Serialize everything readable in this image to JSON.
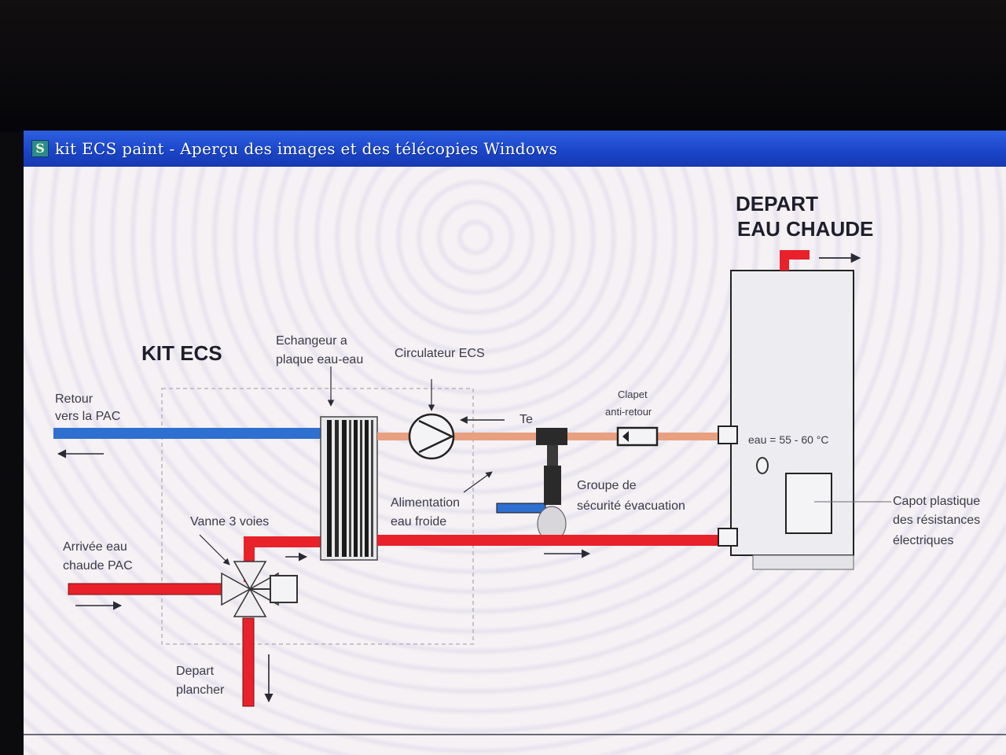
{
  "window": {
    "title": "kit ECS paint - Aperçu des images et des télécopies Windows",
    "app_icon_glyph": "S"
  },
  "diagram": {
    "kit_title": "KIT ECS",
    "tank_title_line1": "DEPART",
    "tank_title_line2": "EAU CHAUDE",
    "retour_line1": "Retour",
    "retour_line2": "vers la PAC",
    "arrivee_line1": "Arrivée eau",
    "arrivee_line2": "chaude PAC",
    "vanne": "Vanne 3 voies",
    "depart_plancher_line1": "Depart",
    "depart_plancher_line2": "plancher",
    "echangeur_line1": "Echangeur a",
    "echangeur_line2": "plaque eau-eau",
    "circulateur": "Circulateur ECS",
    "te": "Te",
    "clapet_line1": "Clapet",
    "clapet_line2": "anti-retour",
    "alimentation_line1": "Alimentation",
    "alimentation_line2": "eau froide",
    "groupe_line1": "Groupe de",
    "groupe_line2": "sécurité évacuation",
    "eau_temp": "eau = 55 - 60 °C",
    "capot_line1": "Capot plastique",
    "capot_line2": "des résistances",
    "capot_line3": "électriques"
  },
  "colors": {
    "titlebar": "#1a44c8",
    "hot_pipe": "#e8212b",
    "cold_pipe": "#2f6fd0",
    "warm_pipe": "#e8a080"
  },
  "icons": {
    "app": "kit-ecs-paint-icon",
    "pump": "circulator-pump-icon",
    "valve": "three-way-valve-icon",
    "check_valve": "check-valve-icon"
  }
}
